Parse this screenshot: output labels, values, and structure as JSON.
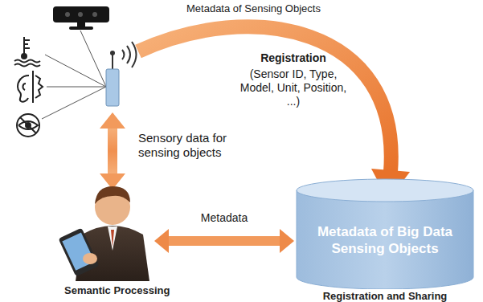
{
  "diagram": {
    "nodes": [
      {
        "text": [
          "Semantic Processing"
        ]
      },
      {
        "text": [
          "Metadata of Big Data Sensing Objects",
          "Registration and Sharing"
        ]
      }
    ],
    "edges": [
      {
        "from": 0,
        "to": 1,
        "label": "Metadata",
        "arrow": "both"
      }
    ],
    "labels": [
      "Metadata of Sensing Objects",
      "Registration",
      "(Sensor ID, Type, Model, Unit, Position, ...)",
      "Sensory data for sensing objects"
    ]
  }
}
